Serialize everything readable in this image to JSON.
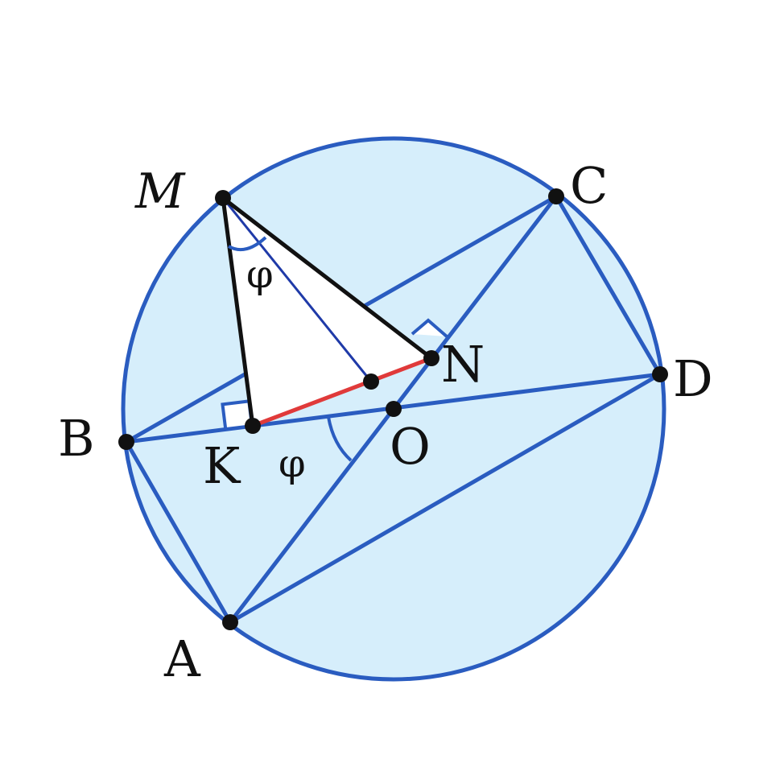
{
  "colors": {
    "circle_fill": "#d6eefb",
    "circle_stroke": "#2a5cc0",
    "chord_stroke": "#2a5cc0",
    "triangle_fill": "#ffffff",
    "triangle_stroke": "#111111",
    "segment_kn": "#e03a3a",
    "median_mo": "#1f3aa8",
    "point_fill": "#111111"
  },
  "points": {
    "M": "M",
    "C": "C",
    "D": "D",
    "N": "N",
    "B": "B",
    "K": "K",
    "O": "O",
    "A": "A"
  },
  "angles": {
    "phi_at_m": "φ",
    "phi_at_o": "φ"
  }
}
